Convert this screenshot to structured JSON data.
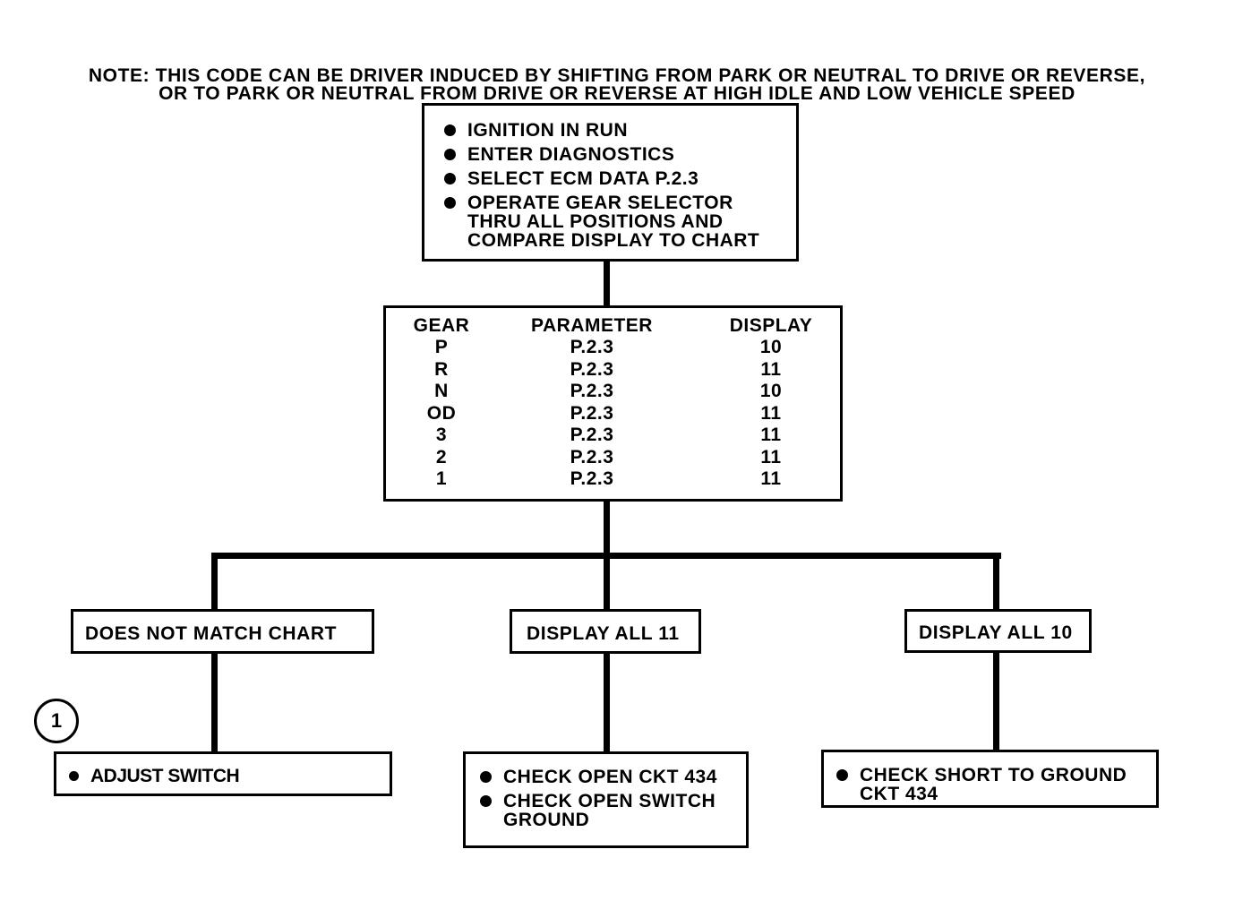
{
  "note": {
    "line1": "NOTE: THIS CODE CAN BE DRIVER INDUCED BY SHIFTING FROM PARK OR NEUTRAL TO DRIVE OR REVERSE,",
    "line2": "OR TO PARK OR NEUTRAL FROM DRIVE OR REVERSE AT HIGH IDLE AND LOW VEHICLE SPEED"
  },
  "start_box": {
    "items": [
      "IGNITION IN RUN",
      "ENTER DIAGNOSTICS",
      "SELECT ECM DATA P.2.3",
      "OPERATE GEAR SELECTOR THRU ALL POSITIONS AND COMPARE DISPLAY TO CHART"
    ],
    "item4_lines": [
      "OPERATE GEAR SELECTOR",
      "THRU ALL POSITIONS AND",
      "COMPARE DISPLAY TO CHART"
    ]
  },
  "gear_table": {
    "headers": [
      "GEAR",
      "PARAMETER",
      "DISPLAY"
    ],
    "rows": [
      [
        "P",
        "P.2.3",
        "10"
      ],
      [
        "R",
        "P.2.3",
        "11"
      ],
      [
        "N",
        "P.2.3",
        "10"
      ],
      [
        "OD",
        "P.2.3",
        "11"
      ],
      [
        "3",
        "P.2.3",
        "11"
      ],
      [
        "2",
        "P.2.3",
        "11"
      ],
      [
        "1",
        "P.2.3",
        "11"
      ]
    ]
  },
  "branches": {
    "left": {
      "label": "DOES NOT MATCH CHART",
      "marker": "1",
      "actions": [
        "ADJUST SWITCH"
      ]
    },
    "middle": {
      "label": "DISPLAY ALL 11",
      "actions": [
        "CHECK OPEN CKT 434",
        "CHECK OPEN SWITCH GROUND"
      ],
      "action2_lines": [
        "CHECK OPEN SWITCH",
        "GROUND"
      ]
    },
    "right": {
      "label": "DISPLAY ALL 10",
      "actions": [
        "CHECK SHORT TO GROUND CKT 434"
      ],
      "action1_lines": [
        "CHECK SHORT TO GROUND",
        "CKT 434"
      ]
    }
  }
}
